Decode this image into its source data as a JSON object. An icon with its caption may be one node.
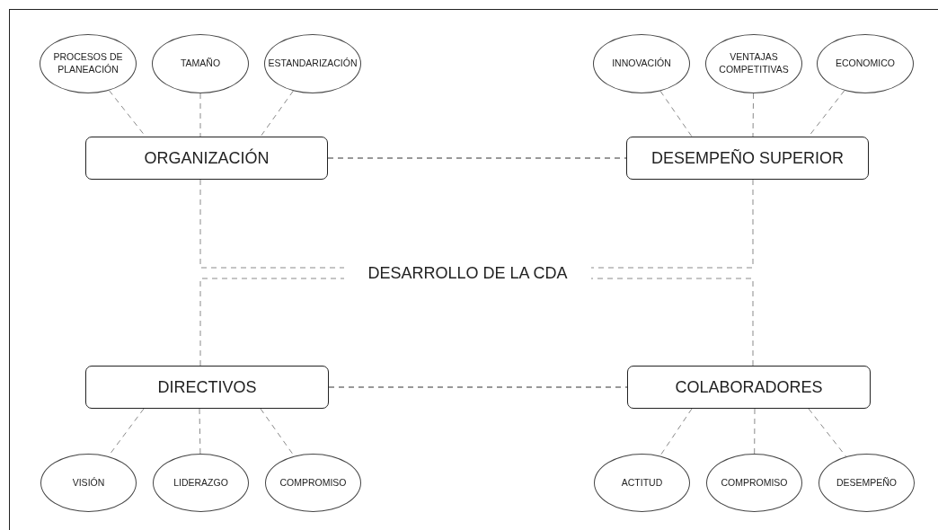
{
  "diagram": {
    "nodes": [
      {
        "text": [
          "PROCESOS DE PLANEACIÓN"
        ]
      },
      {
        "text": [
          "TAMAÑO"
        ]
      },
      {
        "text": [
          "ESTANDARIZACIÓN"
        ]
      },
      {
        "text": [
          "INNOVACIÓN"
        ]
      },
      {
        "text": [
          "VENTAJAS COMPETITIVAS"
        ]
      },
      {
        "text": [
          "ECONOMICO"
        ]
      },
      {
        "text": [
          "ORGANIZACIÓN"
        ]
      },
      {
        "text": [
          "DESEMPEÑO SUPERIOR"
        ]
      },
      {
        "text": [
          "DESARROLLO DE LA CDA"
        ]
      },
      {
        "text": [
          "DIRECTIVOS"
        ]
      },
      {
        "text": [
          "COLABORADORES"
        ]
      },
      {
        "text": [
          "VISIÓN"
        ]
      },
      {
        "text": [
          "LIDERAZGO"
        ]
      },
      {
        "text": [
          "COMPROMISO"
        ]
      },
      {
        "text": [
          "ACTITUD"
        ]
      },
      {
        "text": [
          "COMPROMISO"
        ]
      },
      {
        "text": [
          "DESEMPEÑO"
        ]
      }
    ],
    "edges": [
      {
        "from": 0,
        "to": 6,
        "arrow": "none",
        "style": "dashed"
      },
      {
        "from": 1,
        "to": 6,
        "arrow": "none",
        "style": "dashed"
      },
      {
        "from": 2,
        "to": 6,
        "arrow": "none",
        "style": "dashed"
      },
      {
        "from": 3,
        "to": 7,
        "arrow": "none",
        "style": "dashed"
      },
      {
        "from": 4,
        "to": 7,
        "arrow": "none",
        "style": "dashed"
      },
      {
        "from": 5,
        "to": 7,
        "arrow": "none",
        "style": "dashed"
      },
      {
        "from": 6,
        "to": 7,
        "arrow": "none",
        "style": "dashed",
        "color": "#333333"
      },
      {
        "from": 6,
        "to": 8,
        "arrow": "none",
        "style": "dashed"
      },
      {
        "from": 7,
        "to": 8,
        "arrow": "none",
        "style": "dashed"
      },
      {
        "from": 9,
        "to": 8,
        "arrow": "none",
        "style": "dashed"
      },
      {
        "from": 10,
        "to": 8,
        "arrow": "none",
        "style": "dashed"
      },
      {
        "from": 9,
        "to": 10,
        "arrow": "none",
        "style": "dashed",
        "color": "#333333"
      },
      {
        "from": 9,
        "to": 11,
        "arrow": "none",
        "style": "dashed"
      },
      {
        "from": 9,
        "to": 12,
        "arrow": "none",
        "style": "dashed"
      },
      {
        "from": 9,
        "to": 13,
        "arrow": "none",
        "style": "dashed"
      },
      {
        "from": 10,
        "to": 14,
        "arrow": "none",
        "style": "dashed"
      },
      {
        "from": 10,
        "to": 15,
        "arrow": "none",
        "style": "dashed"
      },
      {
        "from": 10,
        "to": 16,
        "arrow": "none",
        "style": "dashed"
      }
    ]
  }
}
